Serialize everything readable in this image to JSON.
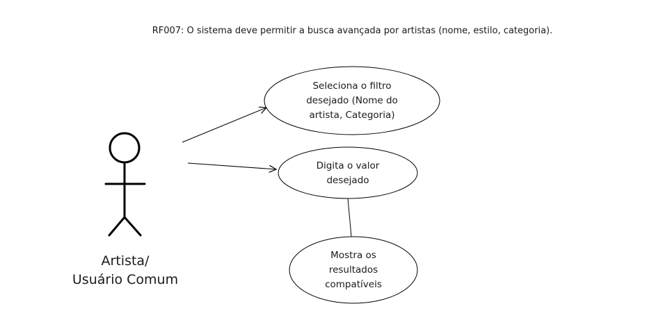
{
  "requirement": {
    "text": "RF007: O sistema deve permitir a busca avançada por artistas (nome, estilo, categoria)."
  },
  "actor": {
    "line1": "Artista/",
    "line2": "Usuário Comum"
  },
  "use_cases": [
    {
      "text": "Seleciona o filtro\ndesejado (Nome do\nartista, Categoria)"
    },
    {
      "text": "Digita o valor\ndesejado"
    },
    {
      "text": "Mostra os\nresultados\ncompatíveis"
    }
  ],
  "colors": {
    "stroke": "#000000",
    "text": "#1a1a1a",
    "fill": "#ffffff"
  }
}
